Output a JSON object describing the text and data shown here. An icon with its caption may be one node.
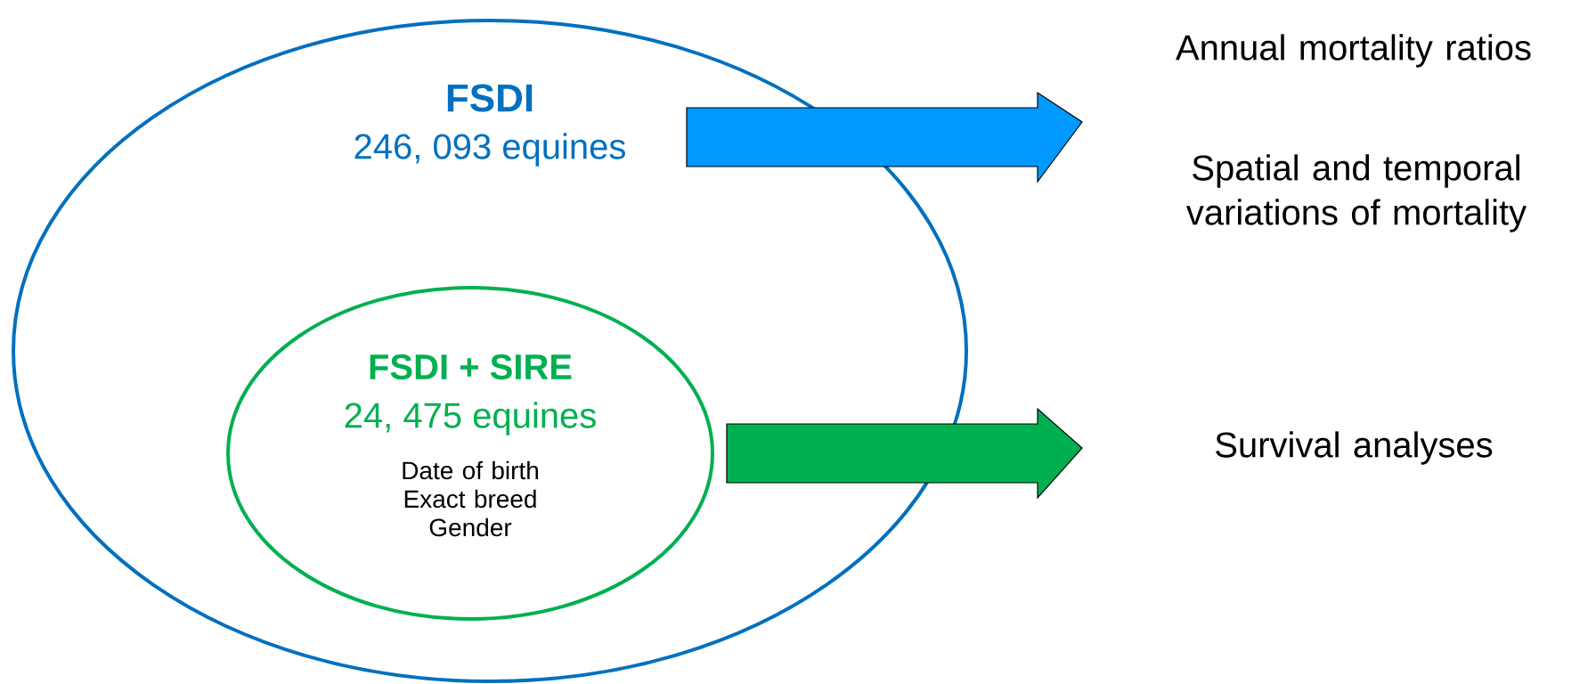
{
  "diagram": {
    "nodes": [
      {
        "text": [
          "FSDI",
          "246, 093 equines"
        ]
      },
      {
        "text": [
          "FSDI + SIRE",
          "24, 475 equines",
          "Date of birth Exact breed Gender"
        ],
        "in": 0
      },
      {
        "text": [
          "Annual mortality ratios"
        ]
      },
      {
        "text": [
          "Spatial and temporal variations of mortality"
        ]
      },
      {
        "text": [
          "Survival analyses"
        ]
      }
    ],
    "edges": [
      {
        "from": 0,
        "to": 2,
        "arrow": "to",
        "color": "#0099ff"
      },
      {
        "from": 0,
        "to": 3,
        "arrow": "to",
        "color": "#0099ff"
      },
      {
        "from": 1,
        "to": 4,
        "arrow": "to",
        "color": "#00b050"
      }
    ]
  }
}
